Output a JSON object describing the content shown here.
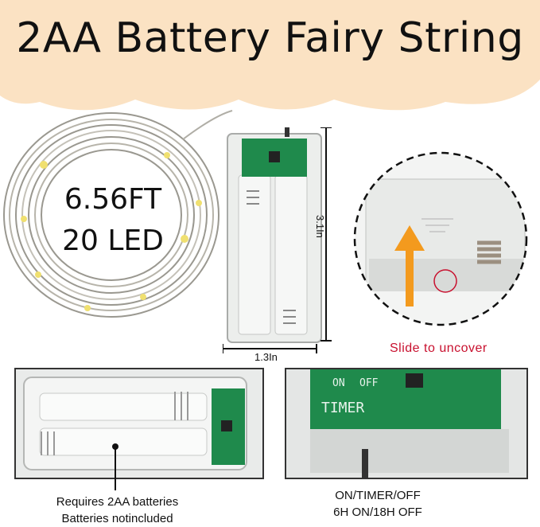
{
  "title": "2AA Battery Fairy String",
  "coil": {
    "length": "6.56FT",
    "leds": "20 LED"
  },
  "dimensions": {
    "height": "3.1In",
    "width": "1.3In"
  },
  "zoom_caption": "Slide to uncover",
  "pcb_labels": {
    "on": "ON",
    "off": "OFF",
    "timer": "TIMER"
  },
  "bottom_left_caption": {
    "line1": "Requires 2AA batteries",
    "line2": "Batteries notincluded"
  },
  "bottom_right_caption": {
    "line1": "ON/TIMER/OFF",
    "line2": "6H ON/18H OFF"
  },
  "colors": {
    "banner": "#fbe2c3",
    "accent_red": "#c8102e",
    "arrow": "#f39a1e",
    "pcb_green": "#1f8a4c"
  }
}
